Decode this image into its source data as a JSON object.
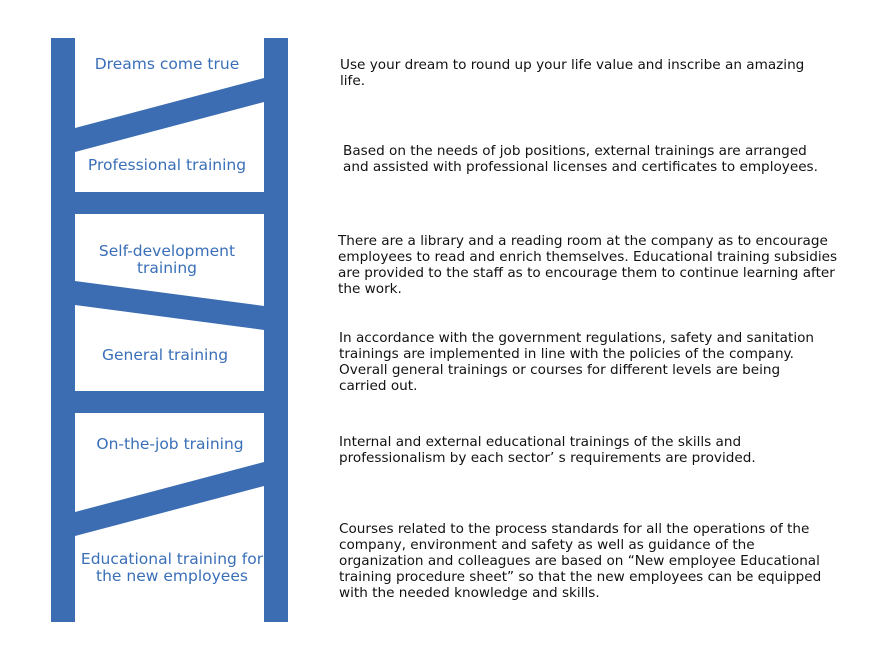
{
  "colors": {
    "ladder": "#3c6db2",
    "label_text": "#3a6fb8",
    "desc_text": "#111111"
  },
  "steps": [
    {
      "label": "Dreams come true",
      "description": "Use your dream to round up your life value and inscribe an amazing life."
    },
    {
      "label": "Professional training",
      "description": "Based on the needs of job positions, external trainings are arranged and assisted with professional licenses and certificates to employees."
    },
    {
      "label": "Self-development training",
      "description": "There are a library and a reading room at the company as to encourage employees to read and enrich themselves. Educational training subsidies are provided to the staff as to encourage them to continue learning after the work."
    },
    {
      "label": "General training",
      "description": "In accordance with the government regulations, safety and sanitation trainings are implemented in line with the policies of the company. Overall general trainings or courses for different levels are being carried out."
    },
    {
      "label": "On-the-job training",
      "description": "Internal and external educational trainings of the skills and professionalism by each sector’ s requirements are provided."
    },
    {
      "label": "Educational training for the new employees",
      "description": "Courses related to the process standards for all the operations of the company, environment and safety as well as guidance of the organization and colleagues are based on “New employee Educational training procedure sheet” so that the new employees can be equipped with the needed knowledge and skills."
    }
  ]
}
